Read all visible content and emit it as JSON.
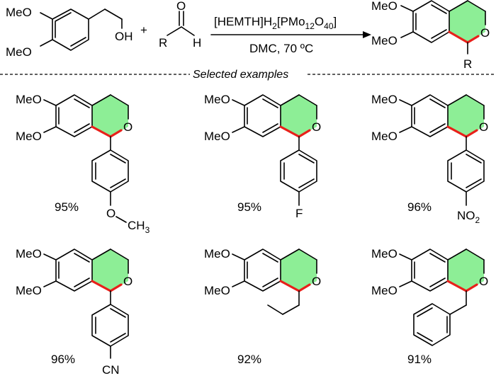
{
  "reaction": {
    "reagent1_sub1": "MeO",
    "reagent1_sub2": "MeO",
    "reagent1_oh": "OH",
    "plus": "+",
    "aldehyde_o": "O",
    "aldehyde_r": "R",
    "aldehyde_h": "H",
    "catalyst_a": "[HEMTH]H",
    "catalyst_sub1": "2",
    "catalyst_b": "[PMo",
    "catalyst_sub2": "12",
    "catalyst_c": "O",
    "catalyst_sub3": "40",
    "catalyst_d": "]",
    "conditions": "DMC, 70 ºC",
    "product_sub1": "MeO",
    "product_sub2": "MeO",
    "product_o": "O",
    "product_r": "R"
  },
  "section_title": "Selected examples",
  "examples": [
    {
      "meo1": "MeO",
      "meo2": "MeO",
      "ring_o": "O",
      "yield": "95%",
      "group_o": "O",
      "group_ch": "CH",
      "group_sub": "3"
    },
    {
      "meo1": "MeO",
      "meo2": "MeO",
      "ring_o": "O",
      "yield": "95%",
      "group_f": "F"
    },
    {
      "meo1": "MeO",
      "meo2": "MeO",
      "ring_o": "O",
      "yield": "96%",
      "group_no": "NO",
      "group_sub": "2"
    },
    {
      "meo1": "MeO",
      "meo2": "MeO",
      "ring_o": "O",
      "yield": "96%",
      "group_cn": "CN"
    },
    {
      "meo1": "MeO",
      "meo2": "MeO",
      "ring_o": "O",
      "yield": "92%"
    },
    {
      "meo1": "MeO",
      "meo2": "MeO",
      "ring_o": "O",
      "yield": "91%"
    }
  ],
  "colors": {
    "ring_highlight": "#2fe040",
    "new_bond": "#e8201a"
  }
}
